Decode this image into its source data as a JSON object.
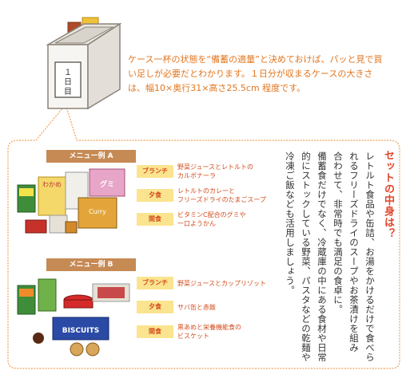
{
  "intro": {
    "caption": "ケース一杯の状態を“備蓄の適量”と決めておけば、パッと見で買い足しが必要だとわかります。１日分が収まるケースの大きさは、幅10×奥行31×高さ25.5cm 程度です。",
    "case_label_day": "１",
    "case_label_unit": "日",
    "case_label_sub": "目"
  },
  "menu_a": {
    "title": "メニュー例 A",
    "meals": [
      {
        "tag": "ブランチ",
        "text": "野菜ジュースとレトルトの\nカルボナーラ"
      },
      {
        "tag": "夕食",
        "text": "レトルトのカレーと\nフリーズドライのたまごスープ"
      },
      {
        "tag": "間食",
        "text": "ビタミンC配合のグミや\n一口ようかん"
      }
    ],
    "package_labels": [
      "わかめ",
      "グミ",
      "Curry"
    ]
  },
  "menu_b": {
    "title": "メニュー例 B",
    "meals": [
      {
        "tag": "ブランチ",
        "text": "野菜ジュースとカップリゾット"
      },
      {
        "tag": "夕食",
        "text": "サバ缶と赤飯"
      },
      {
        "tag": "間食",
        "text": "黒あめと栄養機能食の\nビスケット"
      }
    ],
    "package_labels": [
      "BISCUITS"
    ]
  },
  "set_contents": {
    "heading": "セットの中身は？",
    "columns": [
      "レトルト食品や缶詰、お湯をかけるだけで食べら",
      "れるフリーズドライのスープやお茶漬けを組み",
      "合わせて、非常時でも満足の食卓に。",
      "備蓄食だけでなく、冷蔵庫の中にある食材や日常",
      "的にストックしている野菜、パスタなどの乾麺や",
      "冷凍ご飯なども活用しましょう。"
    ]
  },
  "colors": {
    "accent_orange": "#e2761f",
    "callout_border": "#f0a05a",
    "tag_yellow": "#fbe48f",
    "menu_brown": "#c68a55",
    "heading_red": "#e2452a"
  }
}
